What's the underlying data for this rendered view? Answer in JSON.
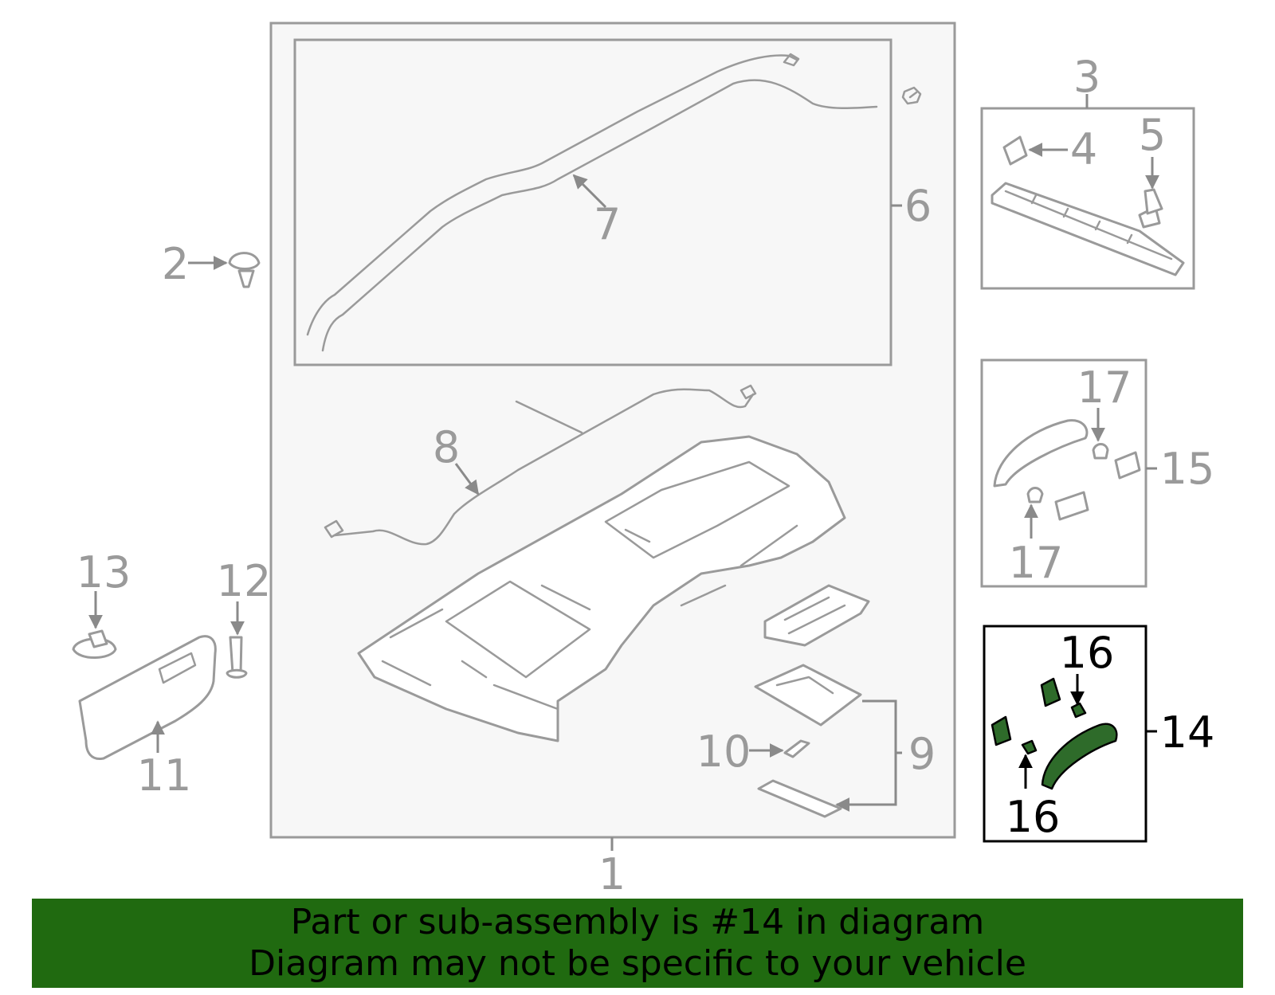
{
  "callouts": {
    "c1": "1",
    "c2": "2",
    "c3": "3",
    "c4": "4",
    "c5": "5",
    "c6": "6",
    "c7": "7",
    "c8": "8",
    "c9": "9",
    "c10": "10",
    "c11": "11",
    "c12": "12",
    "c13": "13",
    "c14": "14",
    "c15": "15",
    "c16a": "16",
    "c16b": "16",
    "c17a": "17",
    "c17b": "17"
  },
  "highlighted_part": "14",
  "colors": {
    "highlight": "#2e6b2a",
    "banner": "#206a10",
    "line": "#9a9a9a"
  },
  "banner": {
    "line1": "Part or sub-assembly is #14 in diagram",
    "line2": "Diagram may not be specific to your vehicle"
  }
}
